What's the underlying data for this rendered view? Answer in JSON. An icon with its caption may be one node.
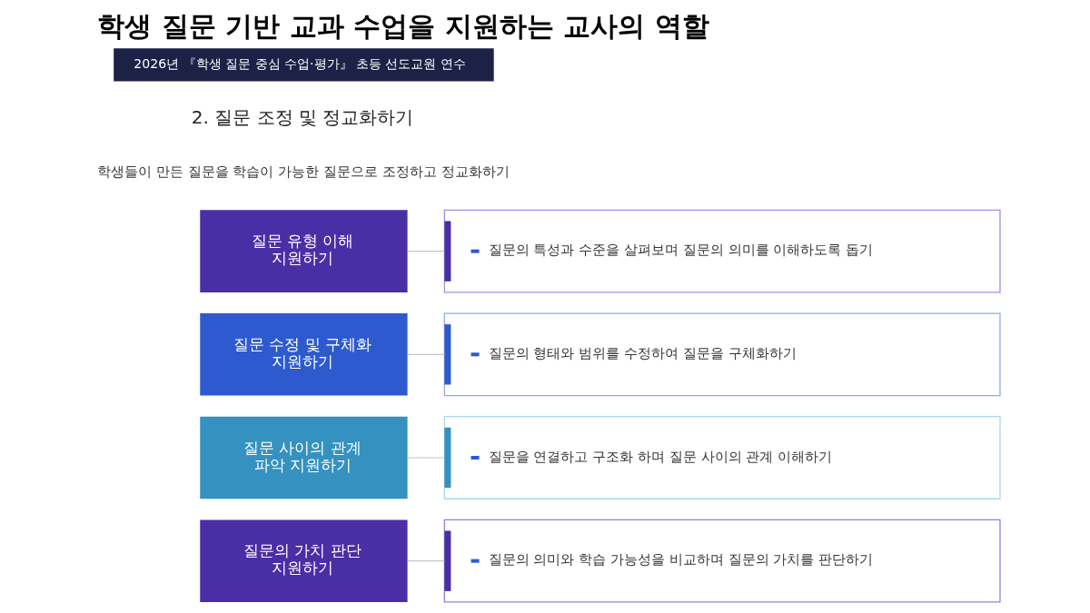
{
  "diagram": {
    "title": "학생 질문 기반 교과 수업을 지원하는 교사의 역할",
    "nodes": [
      {
        "text": [
          "질문 유형 이해 지원하기"
        ]
      },
      {
        "text": [
          "질문의 특성과 수준을 살펴보며 질문의 의미를 이해하도록 돕기"
        ]
      },
      {
        "text": [
          "질문 수정 및 구체화 지원하기"
        ]
      },
      {
        "text": [
          "질문의 형태와 범위를 수정하여 질문을 구체화하기"
        ]
      },
      {
        "text": [
          "질문 사이의 관계 파악 지원하기"
        ]
      },
      {
        "text": [
          "질문을 연결하고 구조화 하며 질문 사이의 관계 이해하기"
        ]
      },
      {
        "text": [
          "질문의 가치 판단 지원하기"
        ]
      },
      {
        "text": [
          "질문의 의미와 학습 가능성을 비교하며 질문의 가치를 판단하기"
        ]
      }
    ],
    "edges": [
      {
        "from": 0,
        "to": 1,
        "arrow": "none"
      },
      {
        "from": 2,
        "to": 3,
        "arrow": "none"
      },
      {
        "from": 4,
        "to": 5,
        "arrow": "none"
      },
      {
        "from": 6,
        "to": 7,
        "arrow": "none"
      }
    ],
    "labels": [
      "2026년 『학생 질문 중심 수업·평가』 초등 선도교원 연수",
      "2. 질문 조정 및 정교화하기",
      "학생들이 만든 질문을 학습이 가능한 질문으로 조정하고 정교화하기"
    ]
  }
}
